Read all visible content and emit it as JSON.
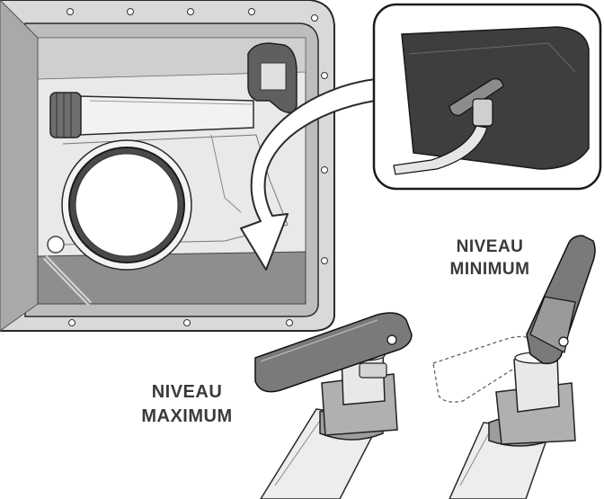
{
  "labels": {
    "min_line1": "NIVEAU",
    "min_line2": "MINIMUM",
    "max_line1": "NIVEAU",
    "max_line2": "MAXIMUM"
  },
  "colors": {
    "line": "#2a2a2a",
    "dark_fill": "#7a7a7a",
    "mid_fill": "#c4c4c4",
    "light_fill": "#e6e6e6",
    "panel_fill": "#d8d8d8"
  }
}
